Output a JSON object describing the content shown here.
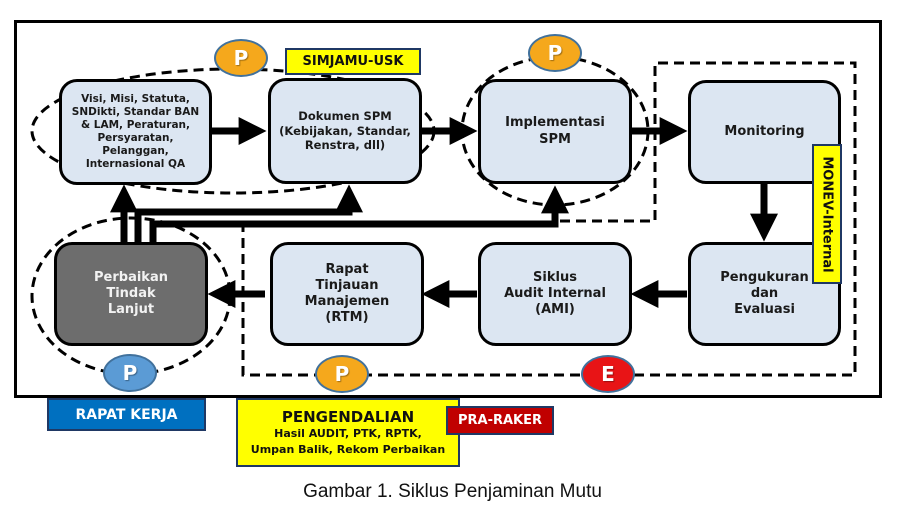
{
  "diagram": {
    "title": "Siklus Penjaminan Mutu",
    "caption": "Gambar 1. Siklus Penjaminan Mutu",
    "nodes": [
      {
        "id": "standar",
        "label": "Visi, Misi, Statuta,\nSNDikti, Standar BAN\n& LAM, Peraturan,\nPersyaratan,\nPelanggan,\nInternasional QA"
      },
      {
        "id": "dokumen",
        "label": "Dokumen SPM\n(Kebijakan, Standar,\nRenstra, dll)"
      },
      {
        "id": "implementasi",
        "label": "Implementasi\nSPM"
      },
      {
        "id": "monitoring",
        "label": "Monitoring"
      },
      {
        "id": "perbaikan",
        "label": "Perbaikan\nTindak\nLanjut"
      },
      {
        "id": "rtm",
        "label": "Rapat\nTinjauan\nManajemen\n(RTM)"
      },
      {
        "id": "ami",
        "label": "Siklus\nAudit Internal\n(AMI)"
      },
      {
        "id": "pengukuran",
        "label": "Pengukuran\ndan\nEvaluasi"
      }
    ],
    "edges": [
      {
        "from": "standar",
        "to": "dokumen"
      },
      {
        "from": "dokumen",
        "to": "implementasi"
      },
      {
        "from": "implementasi",
        "to": "monitoring"
      },
      {
        "from": "monitoring",
        "to": "pengukuran"
      },
      {
        "from": "pengukuran",
        "to": "ami"
      },
      {
        "from": "ami",
        "to": "rtm"
      },
      {
        "from": "rtm",
        "to": "perbaikan"
      },
      {
        "from": "perbaikan",
        "to": "standar"
      },
      {
        "from": "perbaikan",
        "to": "dokumen"
      },
      {
        "from": "perbaikan",
        "to": "implementasi"
      }
    ],
    "badges": [
      {
        "letter": "P",
        "color": "#f5a81c",
        "near": "standar-dokumen"
      },
      {
        "letter": "P",
        "color": "#f5a81c",
        "near": "implementasi"
      },
      {
        "letter": "P",
        "color": "#5b9bd5",
        "near": "perbaikan"
      },
      {
        "letter": "P",
        "color": "#f5a81c",
        "near": "rtm"
      },
      {
        "letter": "E",
        "color": "#e81416",
        "near": "ami"
      }
    ],
    "tags": {
      "simjamu": "SIMJAMU-USK",
      "monev": "MONEV-Internal",
      "rapat_kerja": "RAPAT KERJA",
      "pengendalian_title": "PENGENDALIAN",
      "pengendalian_detail": "Hasil AUDIT, PTK, RPTK,\nUmpan Balik, Rekom Perbaikan",
      "pra_raker": "PRA-RAKER"
    },
    "colors": {
      "box_fill": "#dce6f2",
      "box_dark_fill": "#6d6d6d",
      "tag_yellow": "#ffff00",
      "tag_blue": "#0070c0",
      "tag_red": "#c00000"
    }
  }
}
